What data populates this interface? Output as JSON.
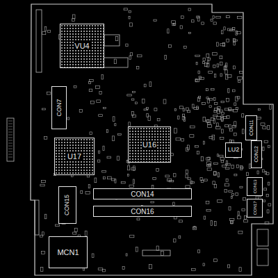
{
  "diagram": {
    "nodes": [
      {
        "text": [
          "VU4"
        ]
      },
      {
        "text": [
          "CON7"
        ]
      },
      {
        "text": [
          "U17"
        ]
      },
      {
        "text": [
          "U16"
        ]
      },
      {
        "text": [
          "CON11"
        ]
      },
      {
        "text": [
          "LU2"
        ]
      },
      {
        "text": [
          "CON12"
        ]
      },
      {
        "text": [
          "CON13"
        ]
      },
      {
        "text": [
          "CON14"
        ]
      },
      {
        "text": [
          "CON15"
        ]
      },
      {
        "text": [
          "CON16"
        ]
      },
      {
        "text": [
          "CON17"
        ]
      },
      {
        "text": [
          "MCN1"
        ]
      }
    ]
  }
}
